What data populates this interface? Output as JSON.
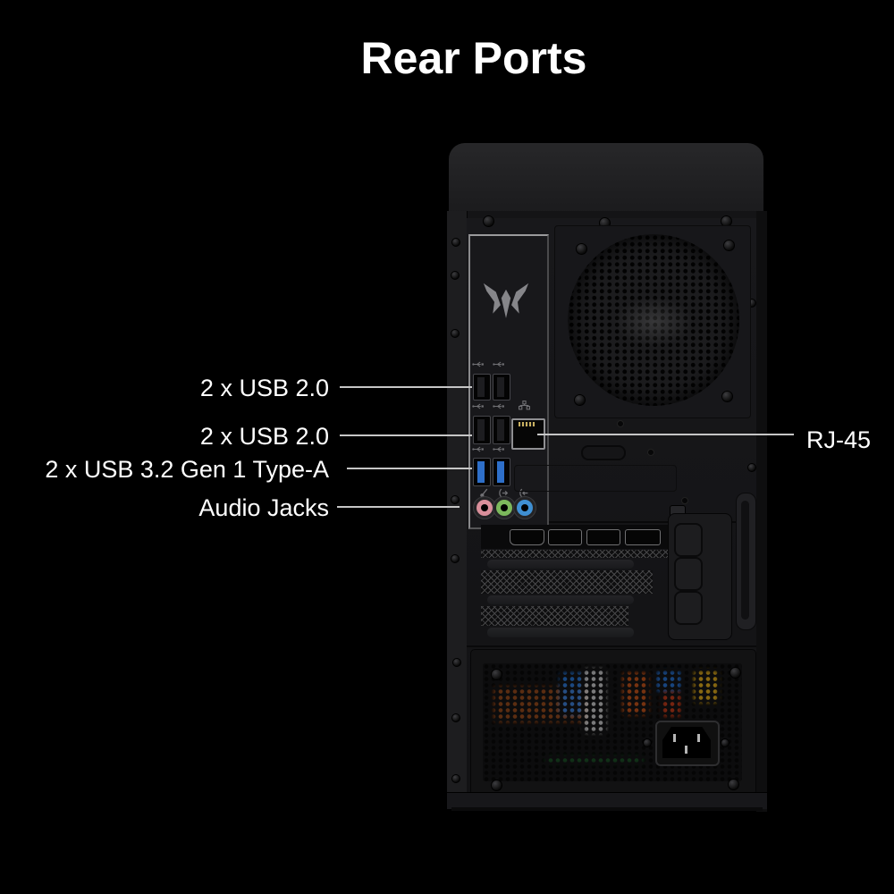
{
  "title": "Rear Ports",
  "callouts": {
    "left": [
      {
        "id": "usb2-top",
        "label": "2 x USB 2.0"
      },
      {
        "id": "usb2-bottom",
        "label": "2 x USB 2.0"
      },
      {
        "id": "usb32",
        "label": "2 x USB 3.2 Gen 1 Type-A"
      },
      {
        "id": "audio",
        "label": "Audio Jacks"
      }
    ],
    "right": [
      {
        "id": "rj45",
        "label": "RJ-45"
      }
    ]
  },
  "ports": {
    "usb3_tongue_color": "#2e6fc9",
    "audio_jacks": [
      {
        "name": "microphone-jack",
        "color": "#d98f9b"
      },
      {
        "name": "line-out-jack",
        "color": "#7cb85c"
      },
      {
        "name": "line-in-jack",
        "color": "#3f8fd2"
      }
    ]
  },
  "colors": {
    "background": "#000000",
    "label_text": "#ffffff",
    "leader_line": "#c6c6c6",
    "predator_logo": "#86868a"
  },
  "brand": {
    "logo": "predator-logo"
  }
}
